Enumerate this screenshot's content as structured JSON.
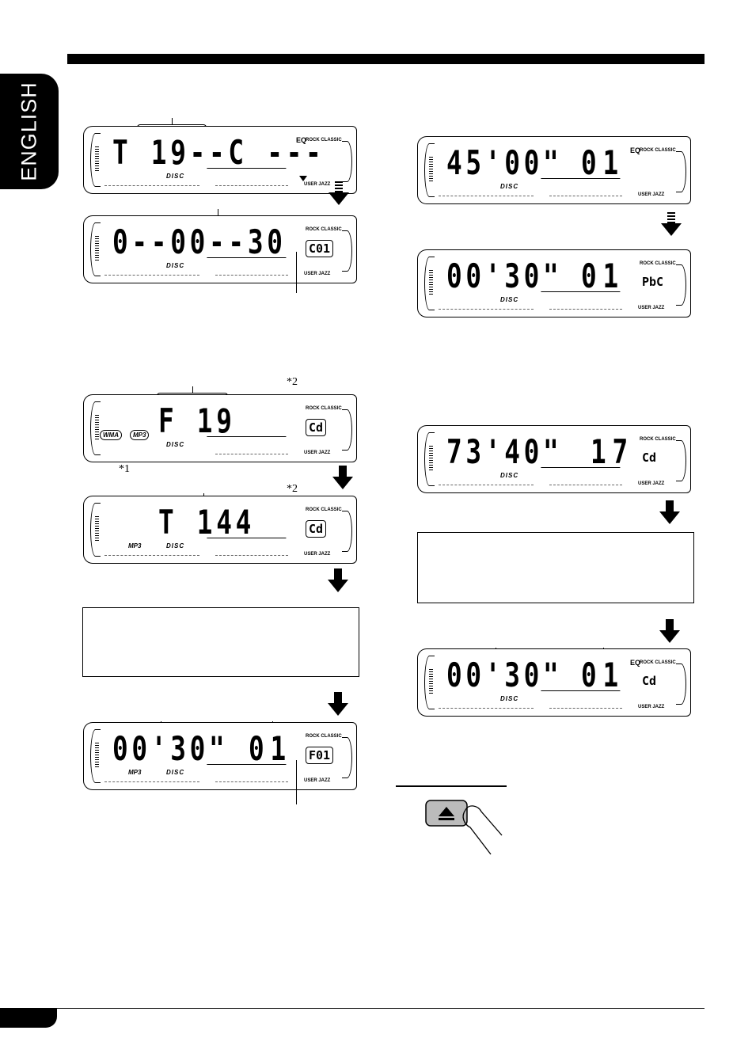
{
  "language_tab": "ENGLISH",
  "displays": [
    {
      "id": "cd-track",
      "main": "T 19--C ---",
      "num": "",
      "mode": "",
      "mode_boxed": false,
      "indicator": ""
    },
    {
      "id": "cd-time-total",
      "main": "0--00--30",
      "num": "",
      "mode": "C01",
      "mode_boxed": true,
      "indicator": ""
    },
    {
      "id": "mp3-folder",
      "main": "F 19",
      "num": "",
      "mode": "Cd",
      "mode_boxed": true,
      "indicator": "",
      "wma": "WMA",
      "mp3": "MP3"
    },
    {
      "id": "mp3-track",
      "main": "T 144",
      "num": "",
      "mode": "Cd",
      "mode_boxed": true,
      "indicator": "MP3"
    },
    {
      "id": "mp3-time",
      "main": "00'30\"",
      "num": "01",
      "mode": "F01",
      "mode_boxed": true,
      "indicator": "MP3"
    },
    {
      "id": "vcd-total",
      "main": "45'00\"",
      "num": "01",
      "mode": "",
      "mode_boxed": false,
      "indicator": ""
    },
    {
      "id": "vcd-pbc",
      "main": "00'30\"",
      "num": "01",
      "mode": "PbC",
      "mode_boxed": false,
      "indicator": ""
    },
    {
      "id": "cd-remaining",
      "main": "73'40\"",
      "num": "17",
      "mode": "Cd",
      "mode_boxed": false,
      "indicator": ""
    },
    {
      "id": "cd-elapsed",
      "main": "00'30\"",
      "num": "01",
      "mode": "Cd",
      "mode_boxed": false,
      "indicator": ""
    }
  ],
  "lcd_labels": {
    "disc": "DISC",
    "eq": "ROCK CLASSIC",
    "user_jazz": "USER JAZZ",
    "eq_mark": "EQ"
  },
  "footnotes": {
    "star1": "*1",
    "star2": "*2"
  },
  "icons": {
    "eject": "eject-icon"
  }
}
